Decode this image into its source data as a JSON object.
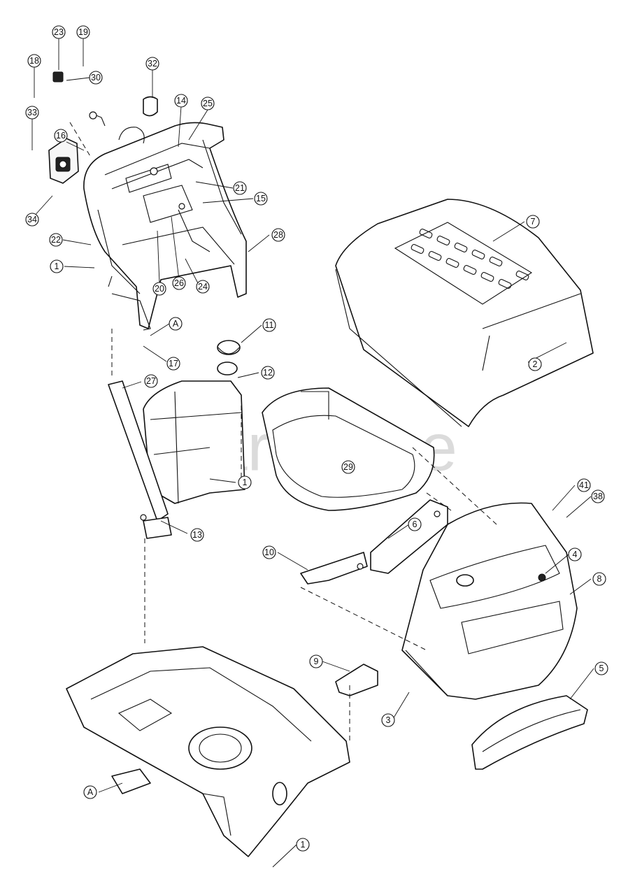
{
  "watermark": "PartsTree",
  "callouts": [
    {
      "id": "c23",
      "label": "23"
    },
    {
      "id": "c19",
      "label": "19"
    },
    {
      "id": "c18",
      "label": "18"
    },
    {
      "id": "c30",
      "label": "30"
    },
    {
      "id": "c32",
      "label": "32"
    },
    {
      "id": "c33",
      "label": "33"
    },
    {
      "id": "c14",
      "label": "14"
    },
    {
      "id": "c25",
      "label": "25"
    },
    {
      "id": "c16",
      "label": "16"
    },
    {
      "id": "c21",
      "label": "21"
    },
    {
      "id": "c15",
      "label": "15"
    },
    {
      "id": "c34",
      "label": "34"
    },
    {
      "id": "c7",
      "label": "7"
    },
    {
      "id": "c28",
      "label": "28"
    },
    {
      "id": "c22",
      "label": "22"
    },
    {
      "id": "c1a",
      "label": "1"
    },
    {
      "id": "c20",
      "label": "20"
    },
    {
      "id": "c26",
      "label": "26"
    },
    {
      "id": "c24",
      "label": "24"
    },
    {
      "id": "cA1",
      "label": "A"
    },
    {
      "id": "c11",
      "label": "11"
    },
    {
      "id": "c2",
      "label": "2"
    },
    {
      "id": "c17",
      "label": "17"
    },
    {
      "id": "c27",
      "label": "27"
    },
    {
      "id": "c12",
      "label": "12"
    },
    {
      "id": "c29",
      "label": "29"
    },
    {
      "id": "c1b",
      "label": "1"
    },
    {
      "id": "c41",
      "label": "41"
    },
    {
      "id": "c38",
      "label": "38"
    },
    {
      "id": "c13",
      "label": "13"
    },
    {
      "id": "c6",
      "label": "6"
    },
    {
      "id": "c10",
      "label": "10"
    },
    {
      "id": "c4",
      "label": "4"
    },
    {
      "id": "c8",
      "label": "8"
    },
    {
      "id": "c9",
      "label": "9"
    },
    {
      "id": "c5",
      "label": "5"
    },
    {
      "id": "c3",
      "label": "3"
    },
    {
      "id": "cA2",
      "label": "A"
    },
    {
      "id": "c1c",
      "label": "1"
    }
  ]
}
